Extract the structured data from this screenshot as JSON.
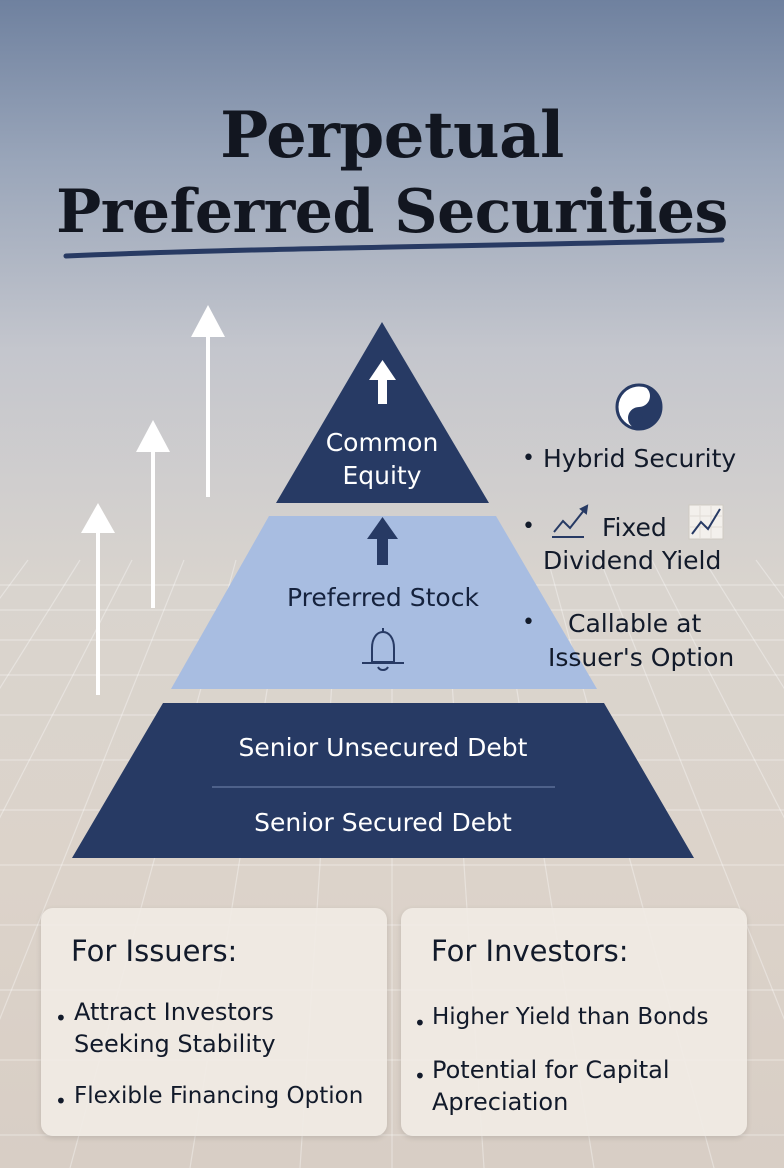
{
  "title": {
    "line1": "Perpetual",
    "line2": "Preferred Securities",
    "underline_color": "#283a63"
  },
  "colors": {
    "dark_tier": "#273a64",
    "light_tier": "#a8bde1",
    "arrow_white": "#ffffff",
    "text_dark": "#121a2a"
  },
  "pyramid": {
    "tiers": [
      {
        "id": "equity",
        "label": "Common\nEquity",
        "icon": "up-arrow-icon"
      },
      {
        "id": "preferred",
        "label": "Preferred Stock",
        "icons": [
          "up-arrow-icon",
          "bell-icon"
        ]
      },
      {
        "id": "unsecured",
        "label": "Senior Unsecured Debt"
      },
      {
        "id": "secured",
        "label": "Senior Secured Debt"
      }
    ]
  },
  "features": {
    "icon_top": "yin-yang-icon",
    "items": [
      {
        "text": "Hybrid Security"
      },
      {
        "line1": "Fixed",
        "line2": "Dividend Yield",
        "icons": [
          "trend-chart-icon",
          "trend-chart-icon"
        ]
      },
      {
        "line1": "Callable at",
        "line2": "Issuer's Option"
      }
    ]
  },
  "cards": {
    "issuers": {
      "title": "For Issuers:",
      "items": [
        {
          "line1": "Attract Investors",
          "line2": "Seeking Stability"
        },
        {
          "line1": "Flexible Financing Option"
        }
      ]
    },
    "investors": {
      "title": "For Investors:",
      "items": [
        {
          "line1": "Higher Yield than Bonds"
        },
        {
          "line1": "Potential for Capital",
          "line2": "Apreciation"
        }
      ]
    }
  }
}
